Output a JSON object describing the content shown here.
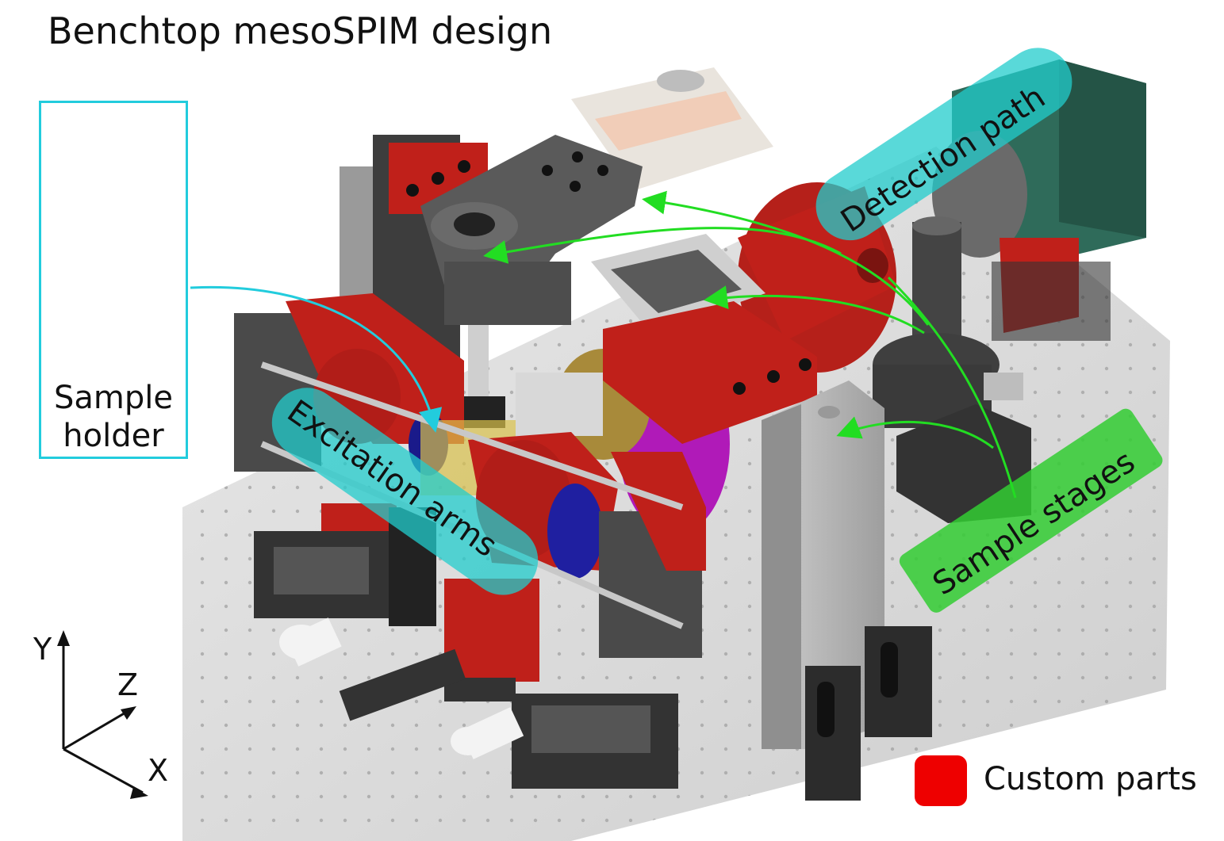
{
  "title": "Benchtop mesoSPIM design",
  "inset": {
    "label_line1": "Sample",
    "label_line2": "holder"
  },
  "callouts": {
    "detection": "Detection path",
    "excitation": "Excitation arms",
    "stages": "Sample stages"
  },
  "legend": {
    "label": "Custom parts",
    "color": "#ee0000"
  },
  "axes": {
    "x": "X",
    "y": "Y",
    "z": "Z"
  },
  "colors": {
    "inset_border": "#22ccdd",
    "cyan_arrow": "#22ccdd",
    "green_arrow": "#22dd22",
    "cyan_band": "#22cccc",
    "green_band": "#33cc33",
    "custom_part_red": "#c0201a",
    "camera_green": "#2f6b5a",
    "breadboard": "#d9d9d9"
  }
}
